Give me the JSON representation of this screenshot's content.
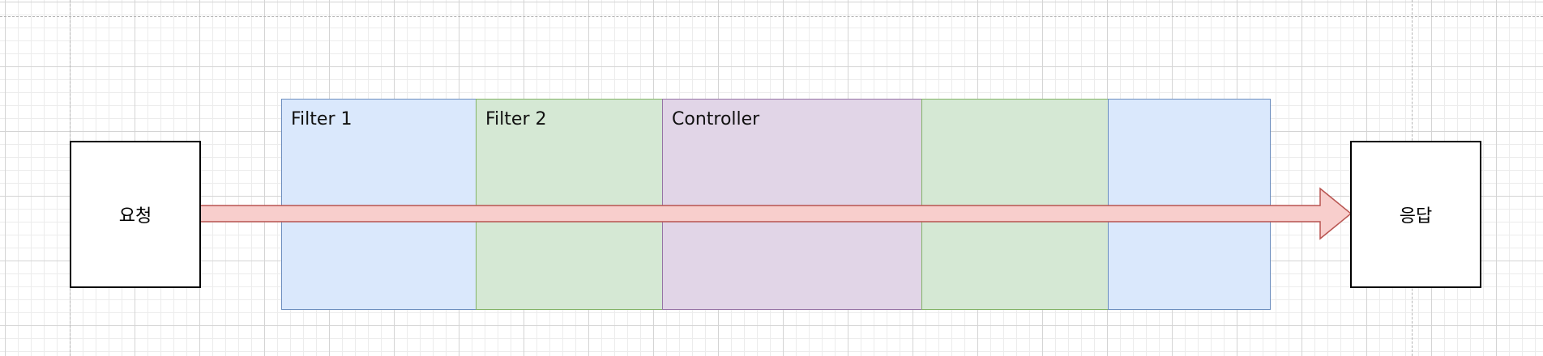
{
  "diagram": {
    "request_label": "요청",
    "response_label": "응답",
    "sections": [
      {
        "label": "Filter 1",
        "fill": "#dae8fc",
        "stroke": "#6c8ebf"
      },
      {
        "label": "Filter 2",
        "fill": "#d5e8d4",
        "stroke": "#82b366"
      },
      {
        "label": "Controller",
        "fill": "#e1d5e7",
        "stroke": "#9673a6"
      },
      {
        "label": "",
        "fill": "#d5e8d4",
        "stroke": "#82b366"
      },
      {
        "label": "",
        "fill": "#dae8fc",
        "stroke": "#6c8ebf"
      }
    ],
    "arrow": {
      "fill": "#f8cecc",
      "stroke": "#b85450"
    }
  }
}
